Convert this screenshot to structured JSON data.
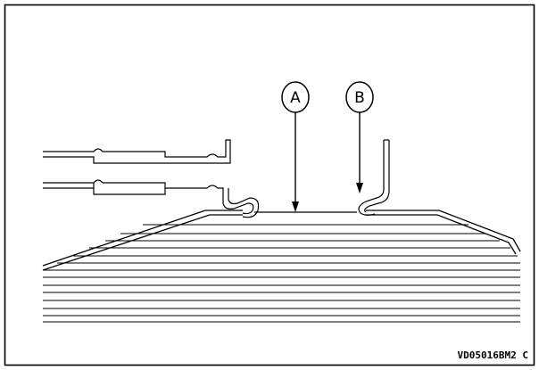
{
  "callouts": {
    "a": "A",
    "b": "B"
  },
  "figure_code": "VD05016BM2 C",
  "colors": {
    "line": "#000000",
    "background": "#ffffff"
  }
}
